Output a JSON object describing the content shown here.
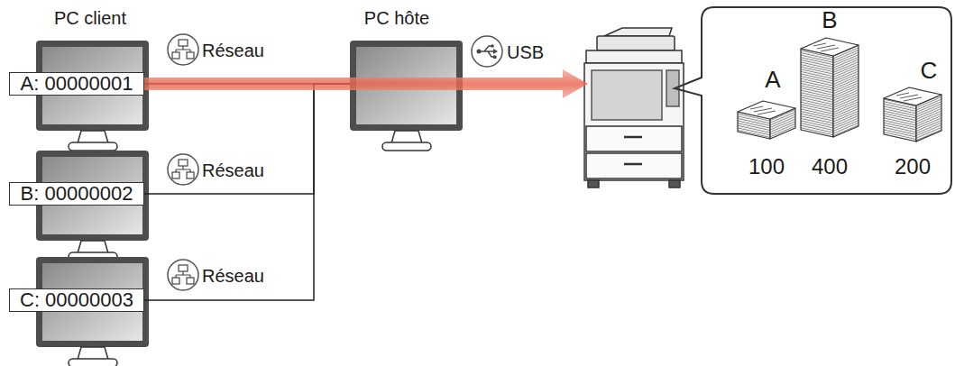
{
  "diagram": {
    "nodes": [
      {
        "text": [
          "A: 00000001"
        ]
      },
      {
        "text": [
          "B: 00000002"
        ]
      },
      {
        "text": [
          "C: 00000003"
        ]
      },
      {
        "text": [
          "PC hôte"
        ]
      },
      {
        "text": []
      },
      {
        "text": [
          "A",
          "100",
          "B",
          "400",
          "C",
          "200"
        ]
      }
    ],
    "edges": [
      {
        "from": 0,
        "to": 4,
        "arrow": "to"
      },
      {
        "from": 0,
        "to": 3,
        "arrow": "none"
      },
      {
        "from": 1,
        "to": 3,
        "arrow": "none"
      },
      {
        "from": 2,
        "to": 3,
        "arrow": "none"
      }
    ],
    "labels": [
      "PC client",
      "Réseau",
      "Réseau",
      "Réseau",
      "USB"
    ]
  }
}
